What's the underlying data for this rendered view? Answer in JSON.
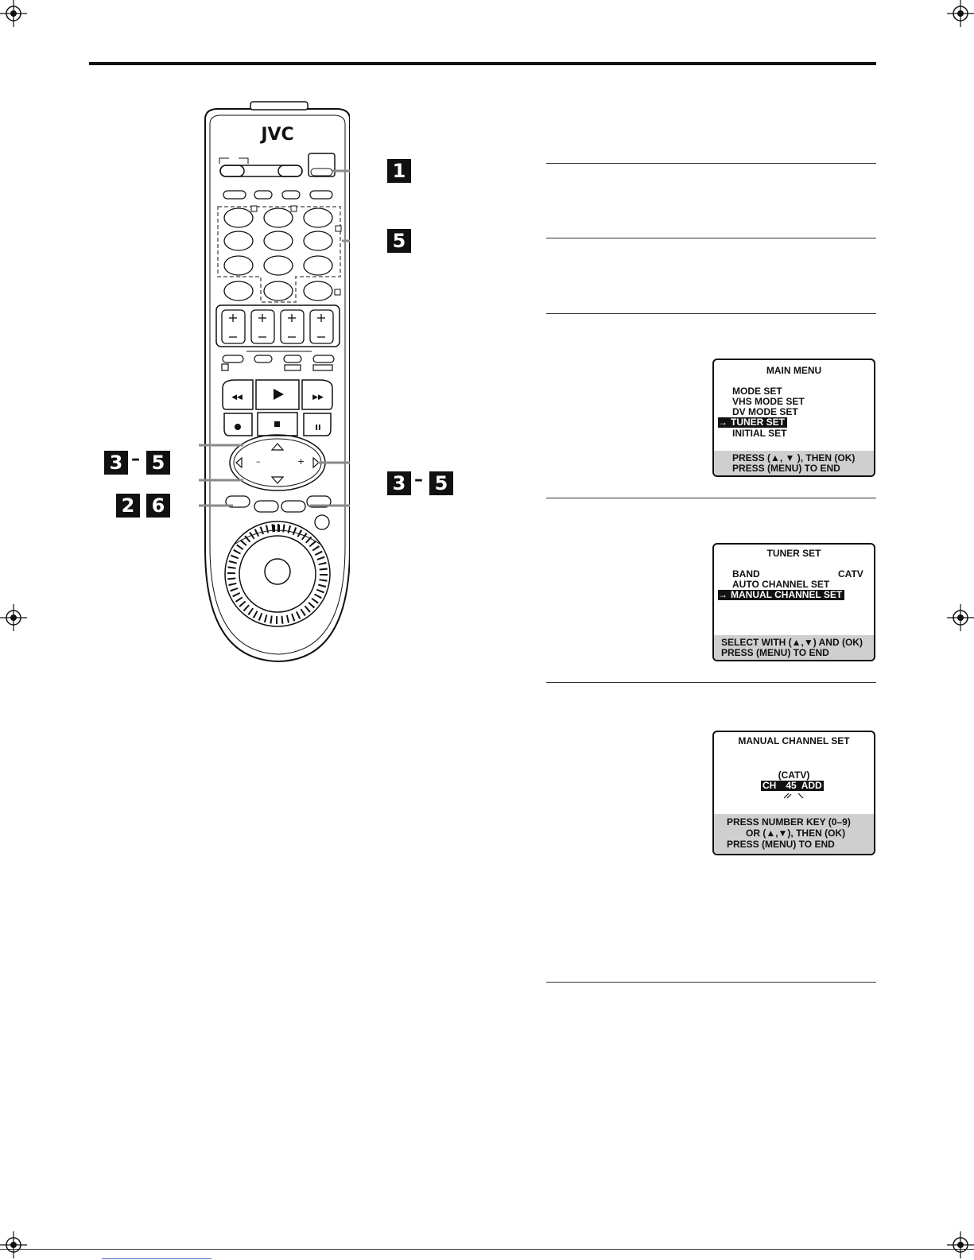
{
  "remote": {
    "brand": "JVC",
    "callouts": {
      "c1": "1",
      "c5": "5",
      "c3a": "3",
      "c5a": "5",
      "c3b": "3",
      "c5b": "5",
      "c2": "2",
      "c6": "6",
      "dash": "–"
    }
  },
  "screens": {
    "main_menu": {
      "title": "MAIN MENU",
      "items": [
        "MODE SET",
        "VHS MODE SET",
        "DV MODE SET",
        "TUNER SET",
        "INITIAL SET"
      ],
      "selected_prefix": "→",
      "footer": [
        "PRESS (▲, ▼ ), THEN (OK)",
        "PRESS (MENU) TO END"
      ]
    },
    "tuner_set": {
      "title": "TUNER SET",
      "band_label": "BAND",
      "band_value": "CATV",
      "items": [
        "AUTO CHANNEL SET",
        "MANUAL CHANNEL SET"
      ],
      "selected_prefix": "→",
      "footer": [
        "SELECT WITH (▲,▼) AND (OK)",
        "PRESS (MENU) TO END"
      ]
    },
    "manual_channel_set": {
      "title": "MANUAL CHANNEL SET",
      "band": "(CATV)",
      "ch_label": "CH",
      "ch_number": "45",
      "status": "ADD",
      "footer": [
        "PRESS NUMBER KEY (0–9)",
        "OR (▲,▼), THEN (OK)",
        "PRESS (MENU) TO END"
      ]
    }
  },
  "colors": {
    "ink": "#111111",
    "menu_footer_bg": "#cfcfcf",
    "remote_gray": "#8a8a8a",
    "link_blue": "#4a66d9"
  }
}
